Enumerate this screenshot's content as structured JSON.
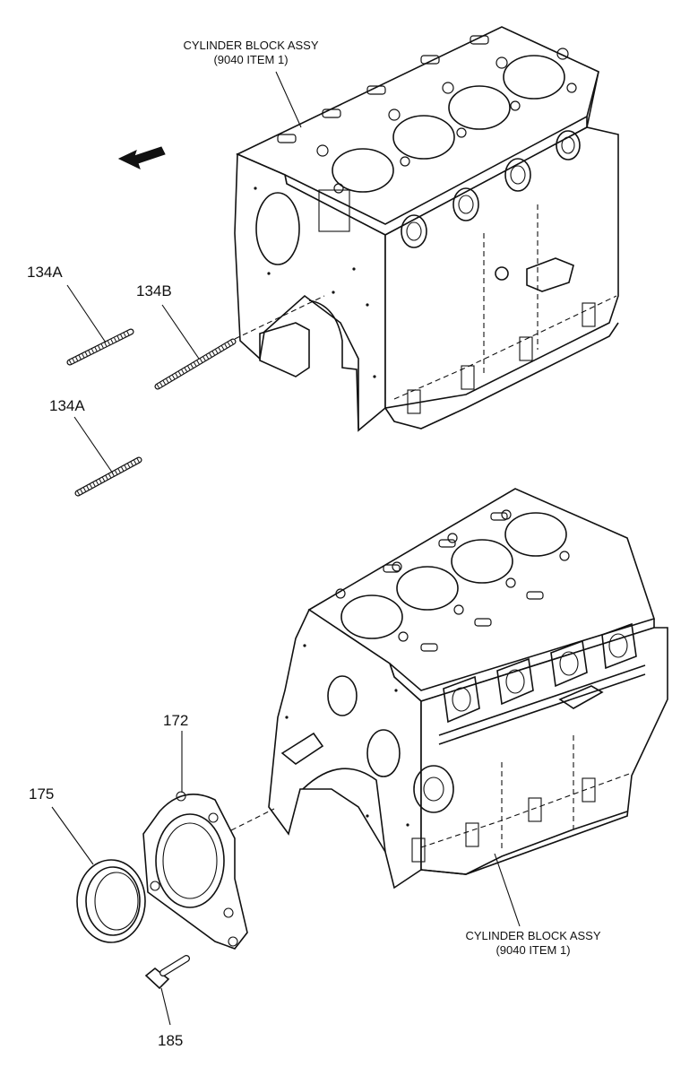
{
  "callouts": {
    "block_top": {
      "line1": "CYLINDER BLOCK ASSY",
      "line2": "(9040 ITEM 1)"
    },
    "block_bottom": {
      "line1": "CYLINDER BLOCK ASSY",
      "line2": "(9040 ITEM 1)"
    },
    "stud_upper": "134A",
    "stud_center": "134B",
    "stud_lower": "134A",
    "retainer": "172",
    "seal": "175",
    "bolt": "185"
  },
  "icons": {
    "direction": "front-arrow-icon"
  }
}
